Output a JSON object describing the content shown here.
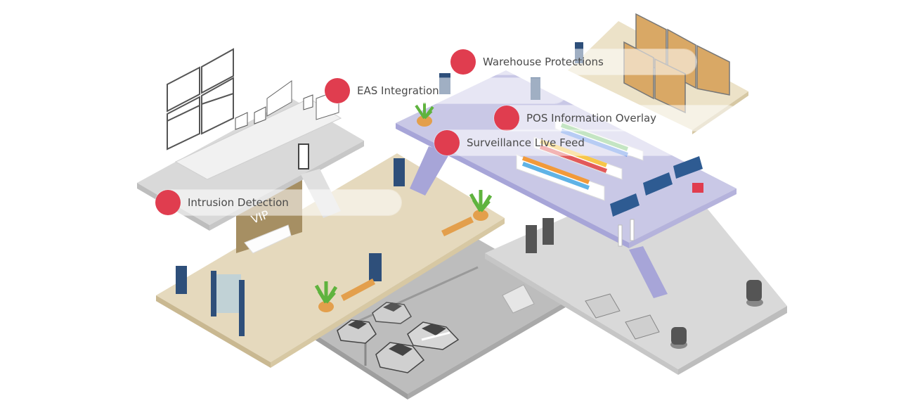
{
  "hotspots": {
    "warehouse": {
      "label": "Warehouse Protections"
    },
    "eas": {
      "label": "EAS Integration"
    },
    "pos": {
      "label": "POS Information Overlay"
    },
    "surveillance": {
      "label": "Surveillance Live Feed"
    },
    "intrusion": {
      "label": "Intrusion Detection"
    }
  },
  "scene": {
    "vip_sign": "VIP",
    "colors": {
      "hotspot_dot": "#e03d4f",
      "retail_floor": "#c9c8e6",
      "lobby_floor": "#e5d9bd",
      "warehouse_floor": "#ece2c8",
      "concrete": "#d6d6d6",
      "stairs": "#a7a5d8"
    }
  }
}
